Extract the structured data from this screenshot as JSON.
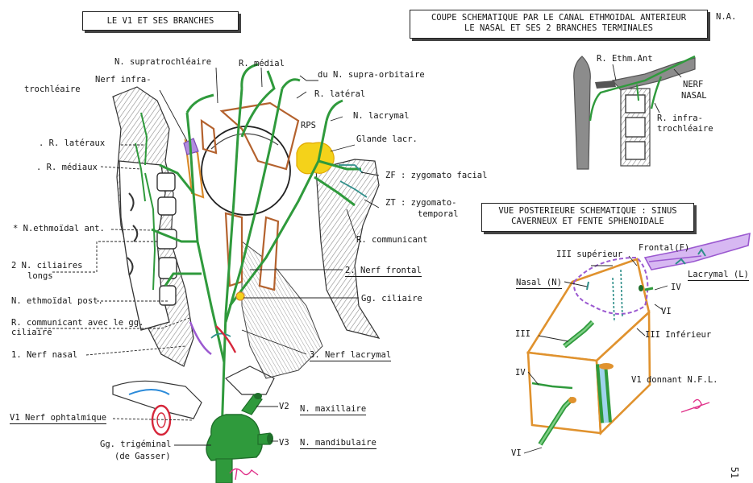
{
  "panels": {
    "main_title": "LE V1 ET SES BRANCHES",
    "coupe_line1": "COUPE SCHEMATIQUE PAR LE CANAL ETHMOIDAL ANTERIEUR",
    "coupe_line2": "LE NASAL ET SES 2 BRANCHES    TERMINALES",
    "na": "N.A.",
    "vue_line1": "VUE POSTERIEURE SCHEMATIQUE : SINUS",
    "vue_line2": "CAVERNEUX ET FENTE SPHENOIDALE"
  },
  "labels": {
    "supratrochleaire": "N. supratrochléaire",
    "r_medial": "R. médial",
    "du_supra_orbitaire": "du N. supra-orbitaire",
    "nerf_infra": "Nerf infra-",
    "trochleaire": "trochléaire",
    "r_lateral": "R. latéral",
    "n_lacrymal": "N. lacrymal",
    "rps": "RPS",
    "r_lateraux": ". R. latéraux",
    "glande_lacr": "Glande lacr.",
    "r_mediaux": ". R. médiaux",
    "zf": "ZF : zygomato facial",
    "zt_1": "ZT : zygomato-",
    "zt_2": "temporal",
    "n_ethmoidal_ant": "* N.ethmoïdal ant.",
    "r_communicant": "R. communicant",
    "ciliaires_1": "2 N. ciliaires",
    "ciliaires_2": "longs",
    "nerf_frontal": "2. Nerf frontal",
    "ethmoidal_post": "N. ethmoïdal post.",
    "gg_ciliaire": "Gg. ciliaire",
    "r_comm_gg_1": "R. communicant avec le gg.",
    "r_comm_gg_2": "ciliaire",
    "nerf_lacrymal": "3. Nerf lacrymal",
    "nerf_nasal": "1.  Nerf nasal",
    "v1_ophtalmique": "V1 Nerf ophtalmique",
    "v2": "V2",
    "n_maxillaire": "N. maxillaire",
    "v3": "V3",
    "n_mandibulaire": "N. mandibulaire",
    "gg_trigeminal_1": "Gg. trigéminal",
    "gg_trigeminal_2": "(de Gasser)"
  },
  "coupe_labels": {
    "r_ethm_ant": "R. Ethm.Ant",
    "nerf_nasal_1": "NERF",
    "nerf_nasal_2": "NASAL",
    "r_infra_1": "R. infra-",
    "r_infra_2": "trochléaire"
  },
  "vue_labels": {
    "frontal_f": "Frontal(F)",
    "iii_superieur": "III supérieur",
    "lacrymal_l": "Lacrymal (L)",
    "nasal_n": "Nasal (N)",
    "iv_1": "IV",
    "vi_1": "VI",
    "iii": "III",
    "iii_inferieur": "III Inférieur",
    "iv_2": "IV",
    "v1_nfl": "V1 donnant N.F.L.",
    "vi_2": "VI"
  },
  "page_number": "51",
  "colors": {
    "nerve_green": "#2f9a3c",
    "nerve_dark_green": "#1f6e2a",
    "vein_orange": "#d98a2b",
    "brown_muscle": "#b4622e",
    "gland_yellow": "#f4d21a",
    "teal": "#2f8f8a",
    "purple": "#9b59d0",
    "red": "#d6263a",
    "bone_gray": "#8c8c8c",
    "box_orange": "#e0922e"
  }
}
